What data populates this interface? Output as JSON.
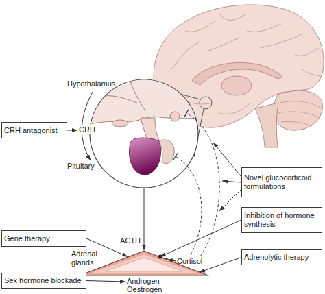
{
  "diagram": {
    "nodes": [
      {
        "text": [
          "CRH antagonist"
        ]
      },
      {
        "text": [
          "Hypothalamus",
          "Pituitary"
        ]
      },
      {
        "text": [
          "Novel glucocorticoid formulations"
        ]
      },
      {
        "text": [
          "Adrenal glands"
        ]
      },
      {
        "text": [
          "Gene therapy"
        ]
      },
      {
        "text": [
          "Inhibition of hormone synthesis"
        ]
      },
      {
        "text": [
          "Adrenolytic therapy"
        ]
      },
      {
        "text": [
          "Sex hormone blockade"
        ]
      }
    ],
    "edges": [
      {
        "from": 1,
        "to": 3,
        "arrow": "to",
        "label": "ACTH"
      },
      {
        "from": 4,
        "to": 3,
        "arrow": "to"
      },
      {
        "from": 5,
        "to": 3,
        "arrow": "to"
      },
      {
        "from": 6,
        "to": 3,
        "arrow": "to"
      }
    ],
    "labels": [
      "CRH",
      "Cortisol",
      "Androgen Oestrogen"
    ]
  }
}
